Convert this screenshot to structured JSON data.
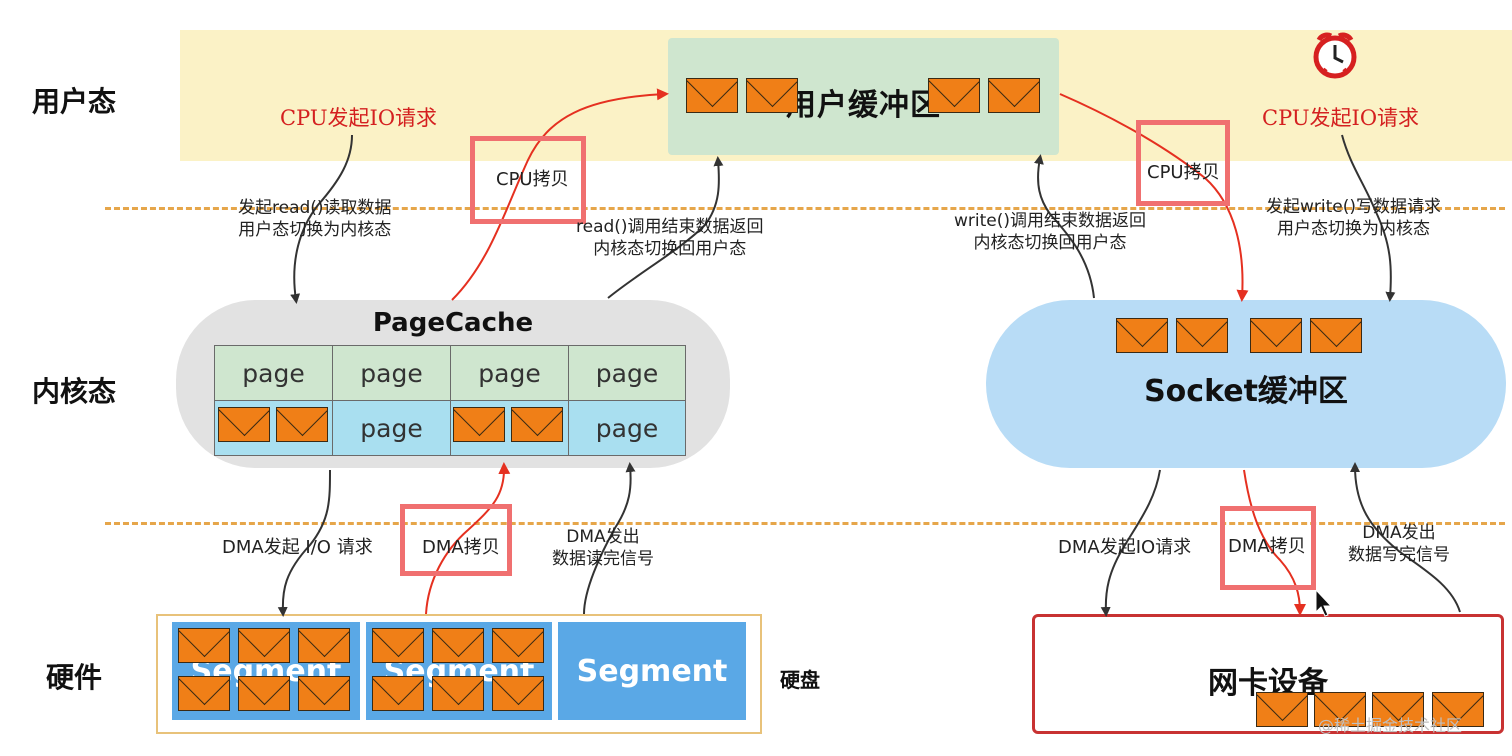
{
  "layers": {
    "user": "用户态",
    "kernel": "内核态",
    "hardware": "硬件"
  },
  "user_buffer": {
    "title": "用户缓冲区"
  },
  "page_cache": {
    "title": "PageCache",
    "top_row": [
      "page",
      "page",
      "page",
      "page"
    ],
    "bottom_row": [
      "",
      "page",
      "",
      "page"
    ]
  },
  "socket_buffer": {
    "title": "Socket缓冲区"
  },
  "disk": {
    "label": "硬盘",
    "segments": [
      "Segment",
      "Segment",
      "Segment"
    ]
  },
  "nic": {
    "title": "网卡设备"
  },
  "annotations": {
    "cpu_read_request": "CPU发起IO请求",
    "cpu_write_request": "CPU发起IO请求",
    "read_call": [
      "发起read()读取数据",
      "用户态切换为内核态"
    ],
    "read_return": [
      "read()调用结束数据返回",
      "内核态切换回用户态"
    ],
    "write_return": [
      "write()调用结束数据返回",
      "内核态切换回用户态"
    ],
    "write_call": [
      "发起write()写数据请求",
      "用户态切换为内核态"
    ],
    "cpu_copy_left": "CPU拷贝",
    "cpu_copy_right": "CPU拷贝",
    "dma_read_request": "DMA发起 I/O 请求",
    "dma_copy_left": "DMA拷贝",
    "dma_read_done": [
      "DMA发出",
      "数据读完信号"
    ],
    "dma_write_request": "DMA发起IO请求",
    "dma_copy_right": "DMA拷贝",
    "dma_write_done": [
      "DMA发出",
      "数据写完信号"
    ]
  },
  "watermark": "@稀土掘金技术社区",
  "colors": {
    "data_block": "#f07f17",
    "red_arrow": "#e53020",
    "black_arrow": "#333333",
    "dash": "#e6a64a"
  }
}
